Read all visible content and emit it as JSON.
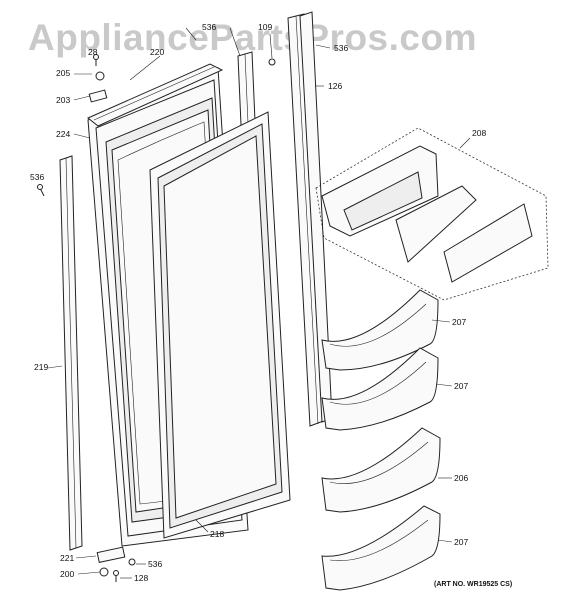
{
  "watermark": "AppliancePartsPros.com",
  "art_number": "(ART NO. WR19525 CS)",
  "callouts": {
    "c536a": "536",
    "c109": "109",
    "c28": "28",
    "c220": "220",
    "c536b": "536",
    "c205": "205",
    "c126": "126",
    "c203": "203",
    "c224": "224",
    "c208": "208",
    "c536c": "536",
    "c219": "219",
    "c207a": "207",
    "c207b": "207",
    "c206": "206",
    "c207c": "207",
    "c218": "218",
    "c221": "221",
    "c536d": "536",
    "c200": "200",
    "c128": "128"
  }
}
